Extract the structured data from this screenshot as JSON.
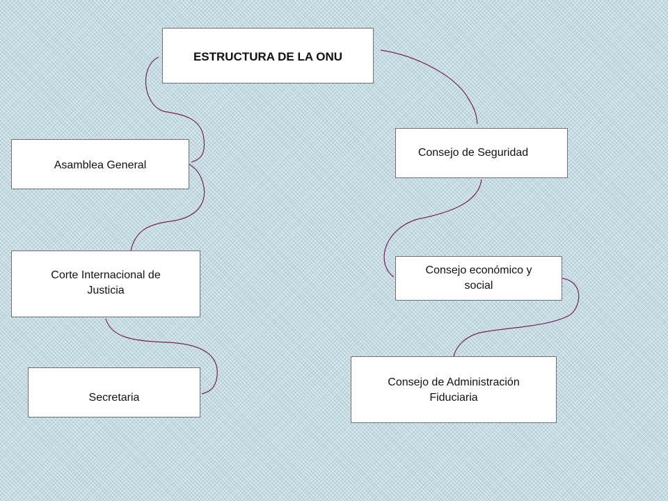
{
  "diagram": {
    "title": "ESTRUCTURA DE LA ONU",
    "nodes": [
      {
        "id": "asamblea",
        "label": "Asamblea General"
      },
      {
        "id": "corte",
        "label": "Corte Internacional de\nJusticia"
      },
      {
        "id": "secretaria",
        "label": "Secretaria"
      },
      {
        "id": "seguridad",
        "label": "Consejo de Seguridad"
      },
      {
        "id": "economico",
        "label": "Consejo económico y\nsocial"
      },
      {
        "id": "fiduciaria",
        "label": "Consejo de Administración\nFiduciaria"
      }
    ],
    "connector_color": "#7a1f5c",
    "outline_color": "#1a1a1a"
  }
}
